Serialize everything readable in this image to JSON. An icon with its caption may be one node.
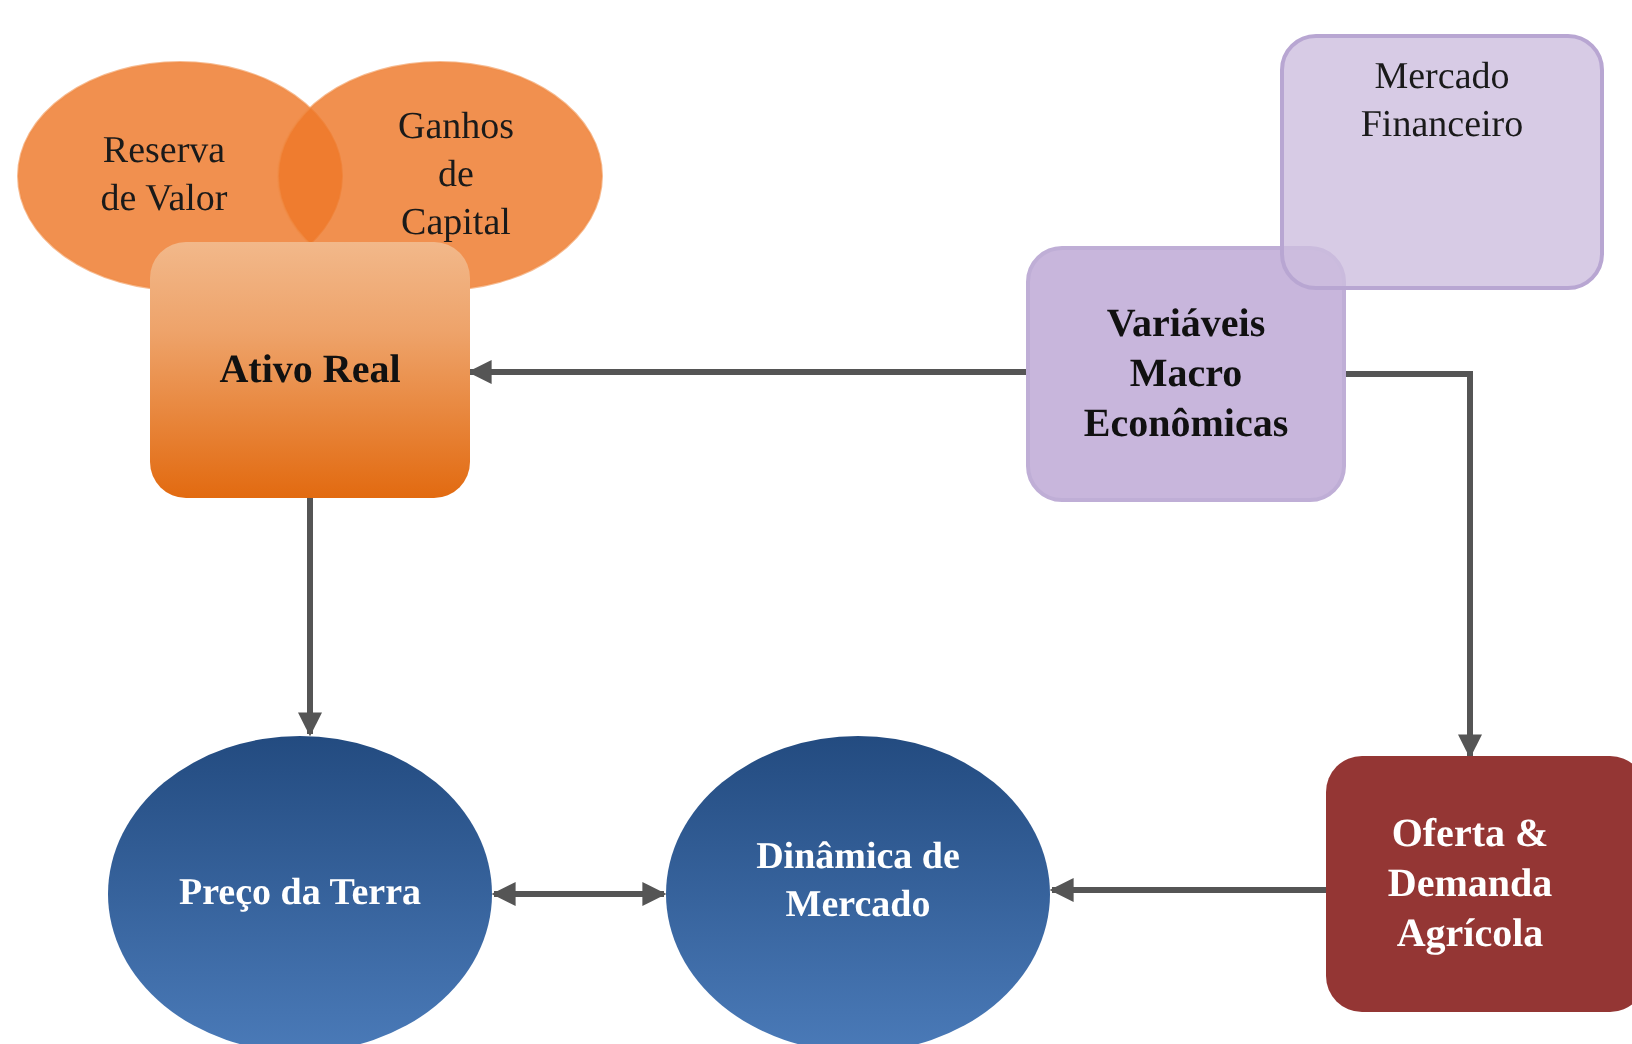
{
  "diagram": {
    "nodes": [
      {
        "text": [
          "Reserva de Valor"
        ]
      },
      {
        "text": [
          "Ganhos de Capital"
        ]
      },
      {
        "text": [
          "Ativo Real"
        ]
      },
      {
        "text": [
          "Mercado Financeiro"
        ]
      },
      {
        "text": [
          "Variáveis Macro Econômicas"
        ]
      },
      {
        "text": [
          "Preço da Terra"
        ]
      },
      {
        "text": [
          "Dinâmica de Mercado"
        ]
      },
      {
        "text": [
          "Oferta & Demanda Agrícola"
        ]
      }
    ],
    "edges": [
      {
        "from": 4,
        "to": 2,
        "arrow": "to"
      },
      {
        "from": 2,
        "to": 5,
        "arrow": "to"
      },
      {
        "from": 4,
        "to": 7,
        "arrow": "to"
      },
      {
        "from": 5,
        "to": 6,
        "arrow": "both"
      },
      {
        "from": 7,
        "to": 6,
        "arrow": "to"
      }
    ]
  }
}
